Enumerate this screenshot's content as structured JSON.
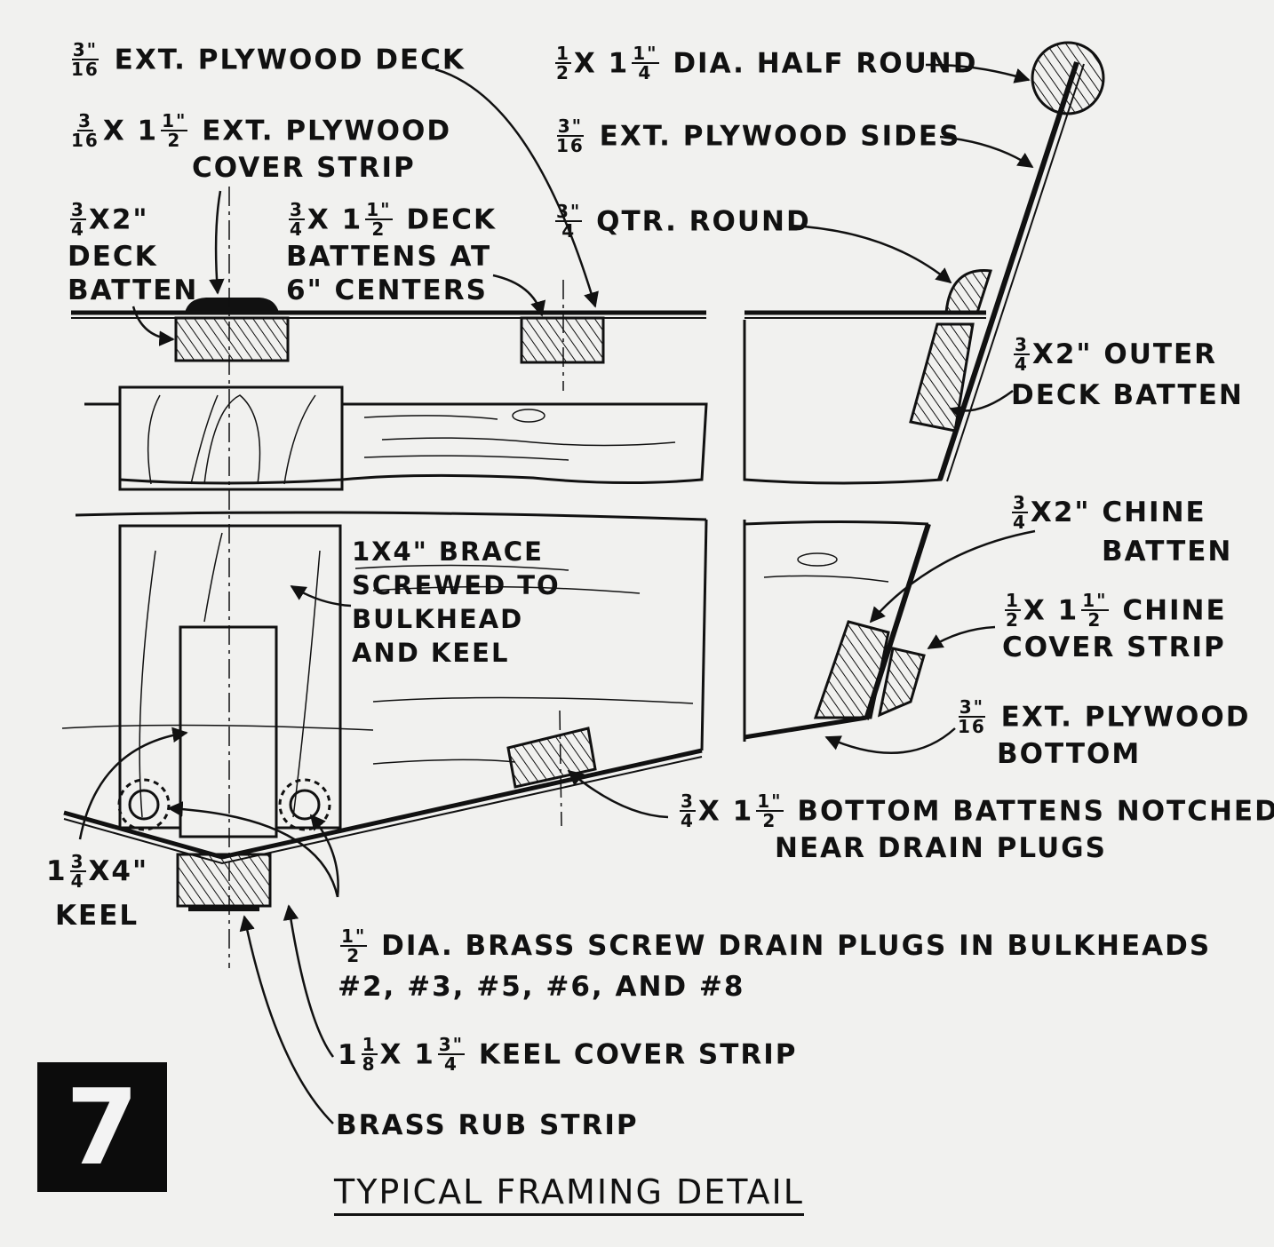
{
  "figure_number": "7",
  "title": "TYPICAL FRAMING DETAIL",
  "labels": {
    "deck_ply": {
      "frac": {
        "n": "3\"",
        "d": "16"
      },
      "text": "EXT. PLYWOOD DECK"
    },
    "cover_strip": {
      "frac": {
        "n": "3",
        "d": "16"
      },
      "mid": "X 1",
      "frac2": {
        "n": "1\"",
        "d": "2"
      },
      "text": "EXT. PLYWOOD",
      "line2": "COVER STRIP"
    },
    "deck_batten": {
      "frac": {
        "n": "3",
        "d": "4"
      },
      "text": "X2\"",
      "line2": "DECK",
      "line3": "BATTEN"
    },
    "deck_battens_centers": {
      "frac": {
        "n": "3",
        "d": "4"
      },
      "mid": "X 1",
      "frac2": {
        "n": "1\"",
        "d": "2"
      },
      "text": "DECK",
      "line2": "BATTENS AT",
      "line3": "6\" CENTERS"
    },
    "half_round": {
      "frac": {
        "n": "1",
        "d": "2"
      },
      "mid": "X 1",
      "frac2": {
        "n": "1\"",
        "d": "4"
      },
      "text": "DIA. HALF ROUND"
    },
    "sides": {
      "frac": {
        "n": "3\"",
        "d": "16"
      },
      "text": "EXT. PLYWOOD  SIDES"
    },
    "qtr_round": {
      "frac": {
        "n": "3\"",
        "d": "4"
      },
      "text": "QTR. ROUND"
    },
    "outer_batten": {
      "frac": {
        "n": "3",
        "d": "4"
      },
      "text": "X2\" OUTER",
      "line2": "DECK BATTEN"
    },
    "brace": {
      "line1": "1X4\" BRACE",
      "line2": "SCREWED TO",
      "line3": "BULKHEAD",
      "line4": "AND KEEL"
    },
    "chine_batten": {
      "frac": {
        "n": "3",
        "d": "4"
      },
      "text": "X2\" CHINE",
      "line2": "BATTEN"
    },
    "chine_cover": {
      "frac": {
        "n": "1",
        "d": "2"
      },
      "mid": "X 1",
      "frac2": {
        "n": "1\"",
        "d": "2"
      },
      "text": "CHINE",
      "line2": "COVER STRIP"
    },
    "bottom_ply": {
      "frac": {
        "n": "3\"",
        "d": "16"
      },
      "text": "EXT. PLYWOOD",
      "line2": "BOTTOM"
    },
    "bottom_battens": {
      "frac": {
        "n": "3",
        "d": "4"
      },
      "mid": "X 1",
      "frac2": {
        "n": "1\"",
        "d": "2"
      },
      "text": "BOTTOM BATTENS NOTCHED",
      "line2": "NEAR DRAIN PLUGS"
    },
    "keel": {
      "whole": "1",
      "frac": {
        "n": "3",
        "d": "4"
      },
      "text": "X4\"",
      "line2": "KEEL"
    },
    "drain_plugs": {
      "frac": {
        "n": "1\"",
        "d": "2"
      },
      "text": "DIA. BRASS  SCREW  DRAIN  PLUGS  IN  BULKHEADS",
      "line2": "#2, #3, #5, #6, AND #8"
    },
    "keel_cover": {
      "whole": "1",
      "frac": {
        "n": "1",
        "d": "8"
      },
      "mid": "X 1",
      "frac2": {
        "n": "3\"",
        "d": "4"
      },
      "text": "KEEL  COVER  STRIP"
    },
    "rub_strip": {
      "text": "BRASS  RUB  STRIP"
    }
  }
}
